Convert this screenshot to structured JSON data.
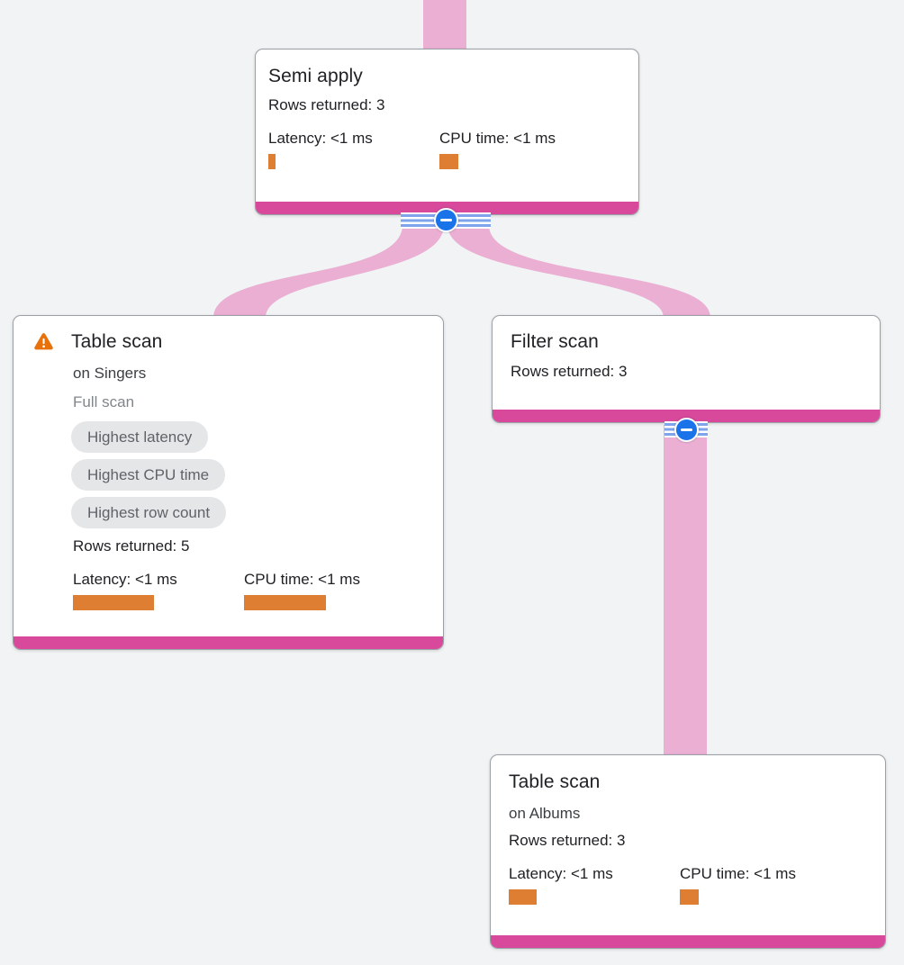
{
  "colors": {
    "background": "#f1f3f4",
    "edge": "#eaafd3",
    "node_accent_bar": "#d8499c",
    "metric_bar": "#dd7e33",
    "collapse_button": "#1a73e8",
    "ribbon_stripe": "#7fa4ec",
    "warning_icon": "#e8710a",
    "badge_background": "#e5e6e8",
    "badge_text": "#5f6368"
  },
  "nodes": {
    "semi_apply": {
      "title": "Semi apply",
      "rows_returned": "Rows returned: 3",
      "latency_label": "Latency: <1 ms",
      "cpu_label": "CPU time: <1 ms",
      "latency_bar_style": "width:8px",
      "cpu_bar_style": "width:21px"
    },
    "table_scan_singers": {
      "title": "Table scan",
      "target": "on Singers",
      "scan_type": "Full scan",
      "badges": [
        "Highest latency",
        "Highest CPU time",
        "Highest row count"
      ],
      "rows_returned": "Rows returned: 5",
      "latency_label": "Latency: <1 ms",
      "cpu_label": "CPU time: <1 ms",
      "latency_bar_style": "width:90px",
      "cpu_bar_style": "width:91px"
    },
    "filter_scan": {
      "title": "Filter scan",
      "rows_returned": "Rows returned: 3"
    },
    "table_scan_albums": {
      "title": "Table scan",
      "target": "on Albums",
      "rows_returned": "Rows returned: 3",
      "latency_label": "Latency: <1 ms",
      "cpu_label": "CPU time: <1 ms",
      "latency_bar_style": "width:31px",
      "cpu_bar_style": "width:21px"
    }
  }
}
